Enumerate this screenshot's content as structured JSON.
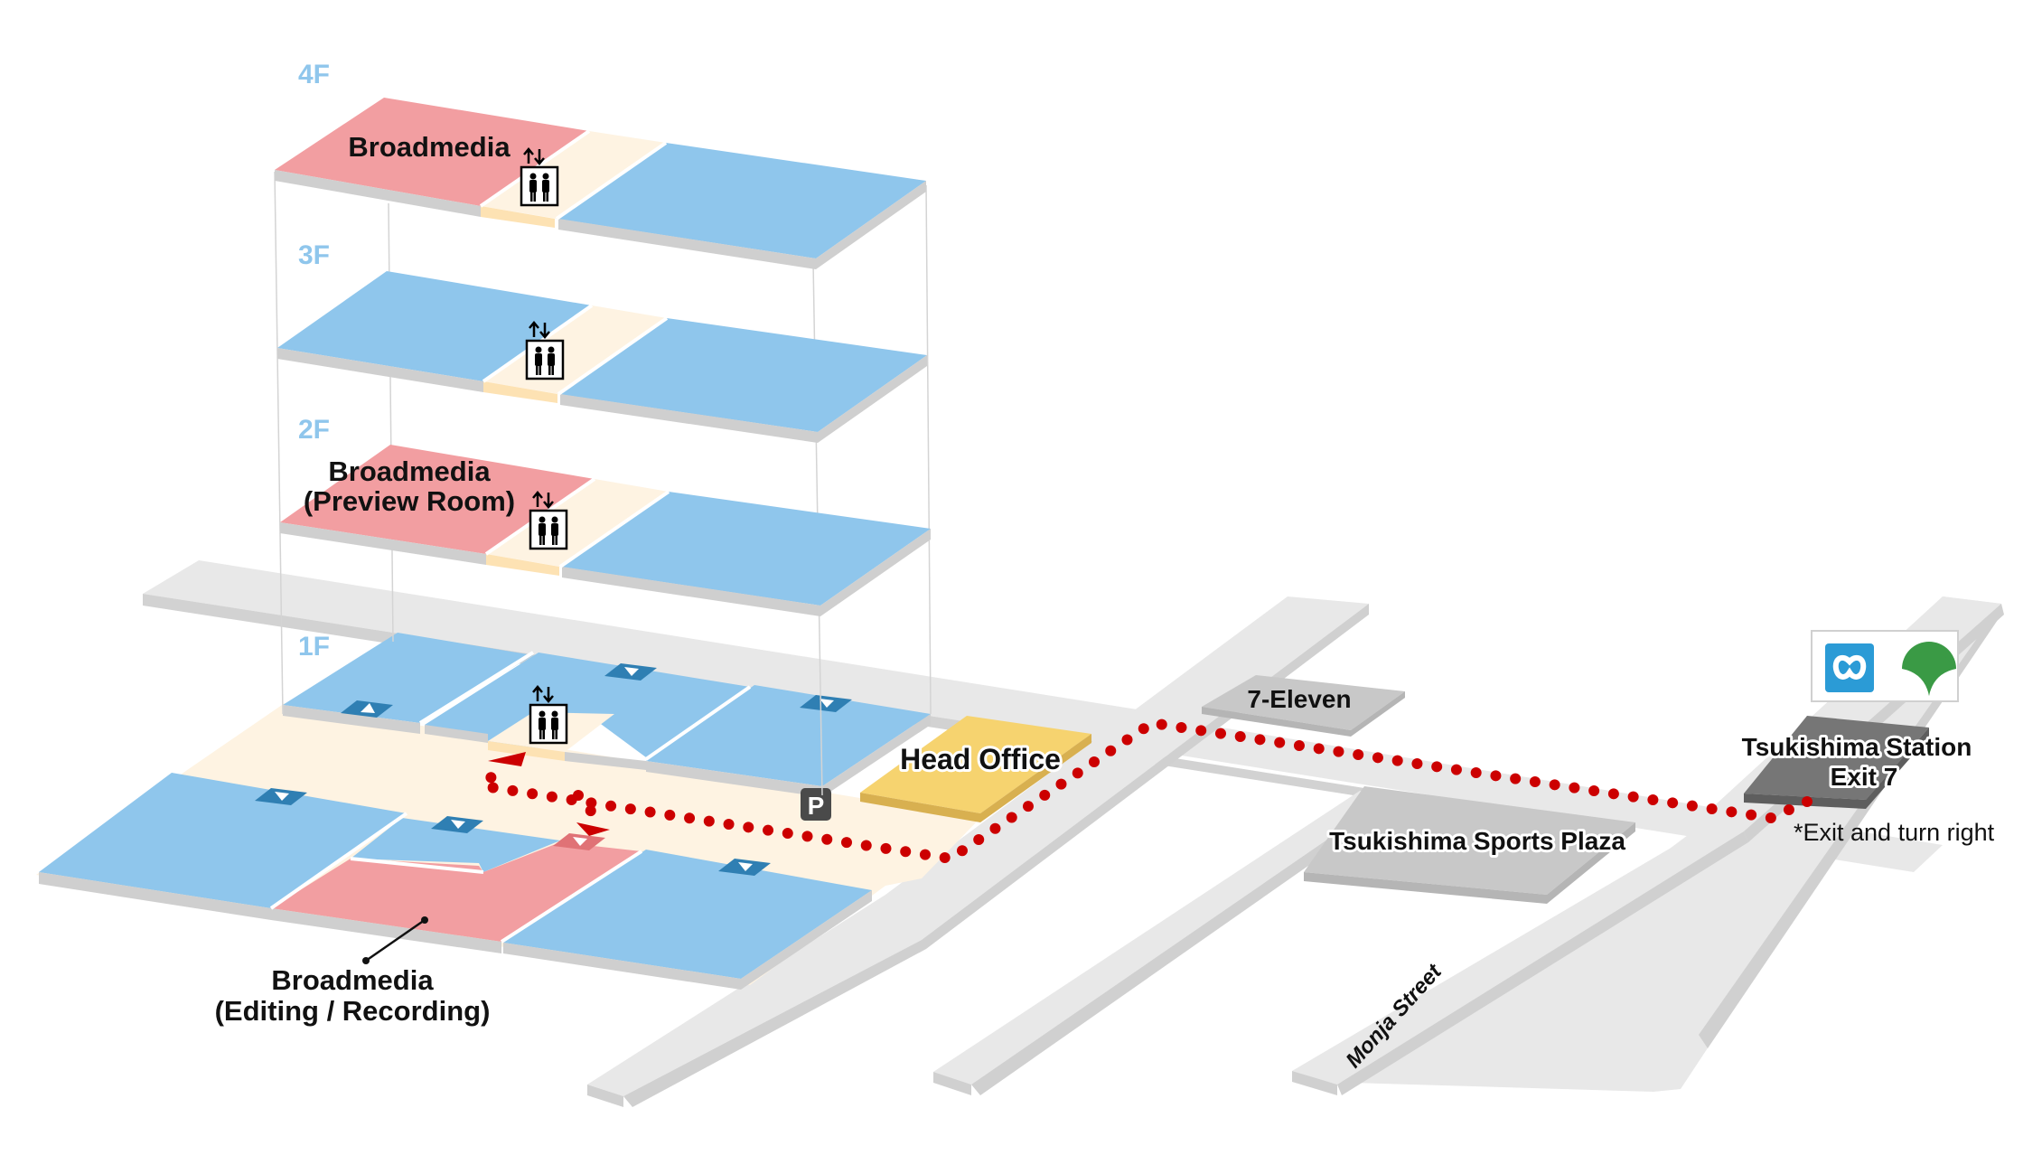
{
  "map": {
    "floors": [
      {
        "id": "4F",
        "label": "4F",
        "tenant_label": "Broadmedia"
      },
      {
        "id": "3F",
        "label": "3F",
        "tenant_label": ""
      },
      {
        "id": "2F",
        "label": "2F",
        "tenant_label_line1": "Broadmedia",
        "tenant_label_line2": "(Preview Room)"
      },
      {
        "id": "1F",
        "label": "1F",
        "tenant_label_line1": "Broadmedia",
        "tenant_label_line2": "(Editing / Recording)"
      }
    ],
    "landmarks": {
      "head_office": "Head Office",
      "seven_eleven": "7-Eleven",
      "sports_plaza": "Tsukishima Sports Plaza",
      "station_line1": "Tsukishima Station",
      "station_line2": "Exit 7",
      "station_note": "*Exit and turn right",
      "street_name": "Monja Street",
      "parking_label": "P"
    },
    "icons": {
      "elevator": "elevator-icon",
      "parking": "parking-icon",
      "entrance_marker": "entrance-arrow-icon",
      "metro_logo": "tokyo-metro-logo",
      "toei_logo": "toei-ginkgo-logo"
    },
    "colors": {
      "tenant_room": "#f29ea1",
      "other_room": "#8fc6ec",
      "corridor": "#fef3e2",
      "elevator_hall_edge": "#fde2b3",
      "head_office": "#f6d36f",
      "road": "#e8e8e8",
      "road_edge": "#cfcfcf",
      "building_gray": "#c8c8c8",
      "station_exit": "#767676",
      "route": "#cc0000",
      "floor_label": "#8fc6ec",
      "metro_blue": "#2b9bd6",
      "toei_green": "#3a9a45",
      "marker_blue": "#2f7fb3"
    }
  }
}
